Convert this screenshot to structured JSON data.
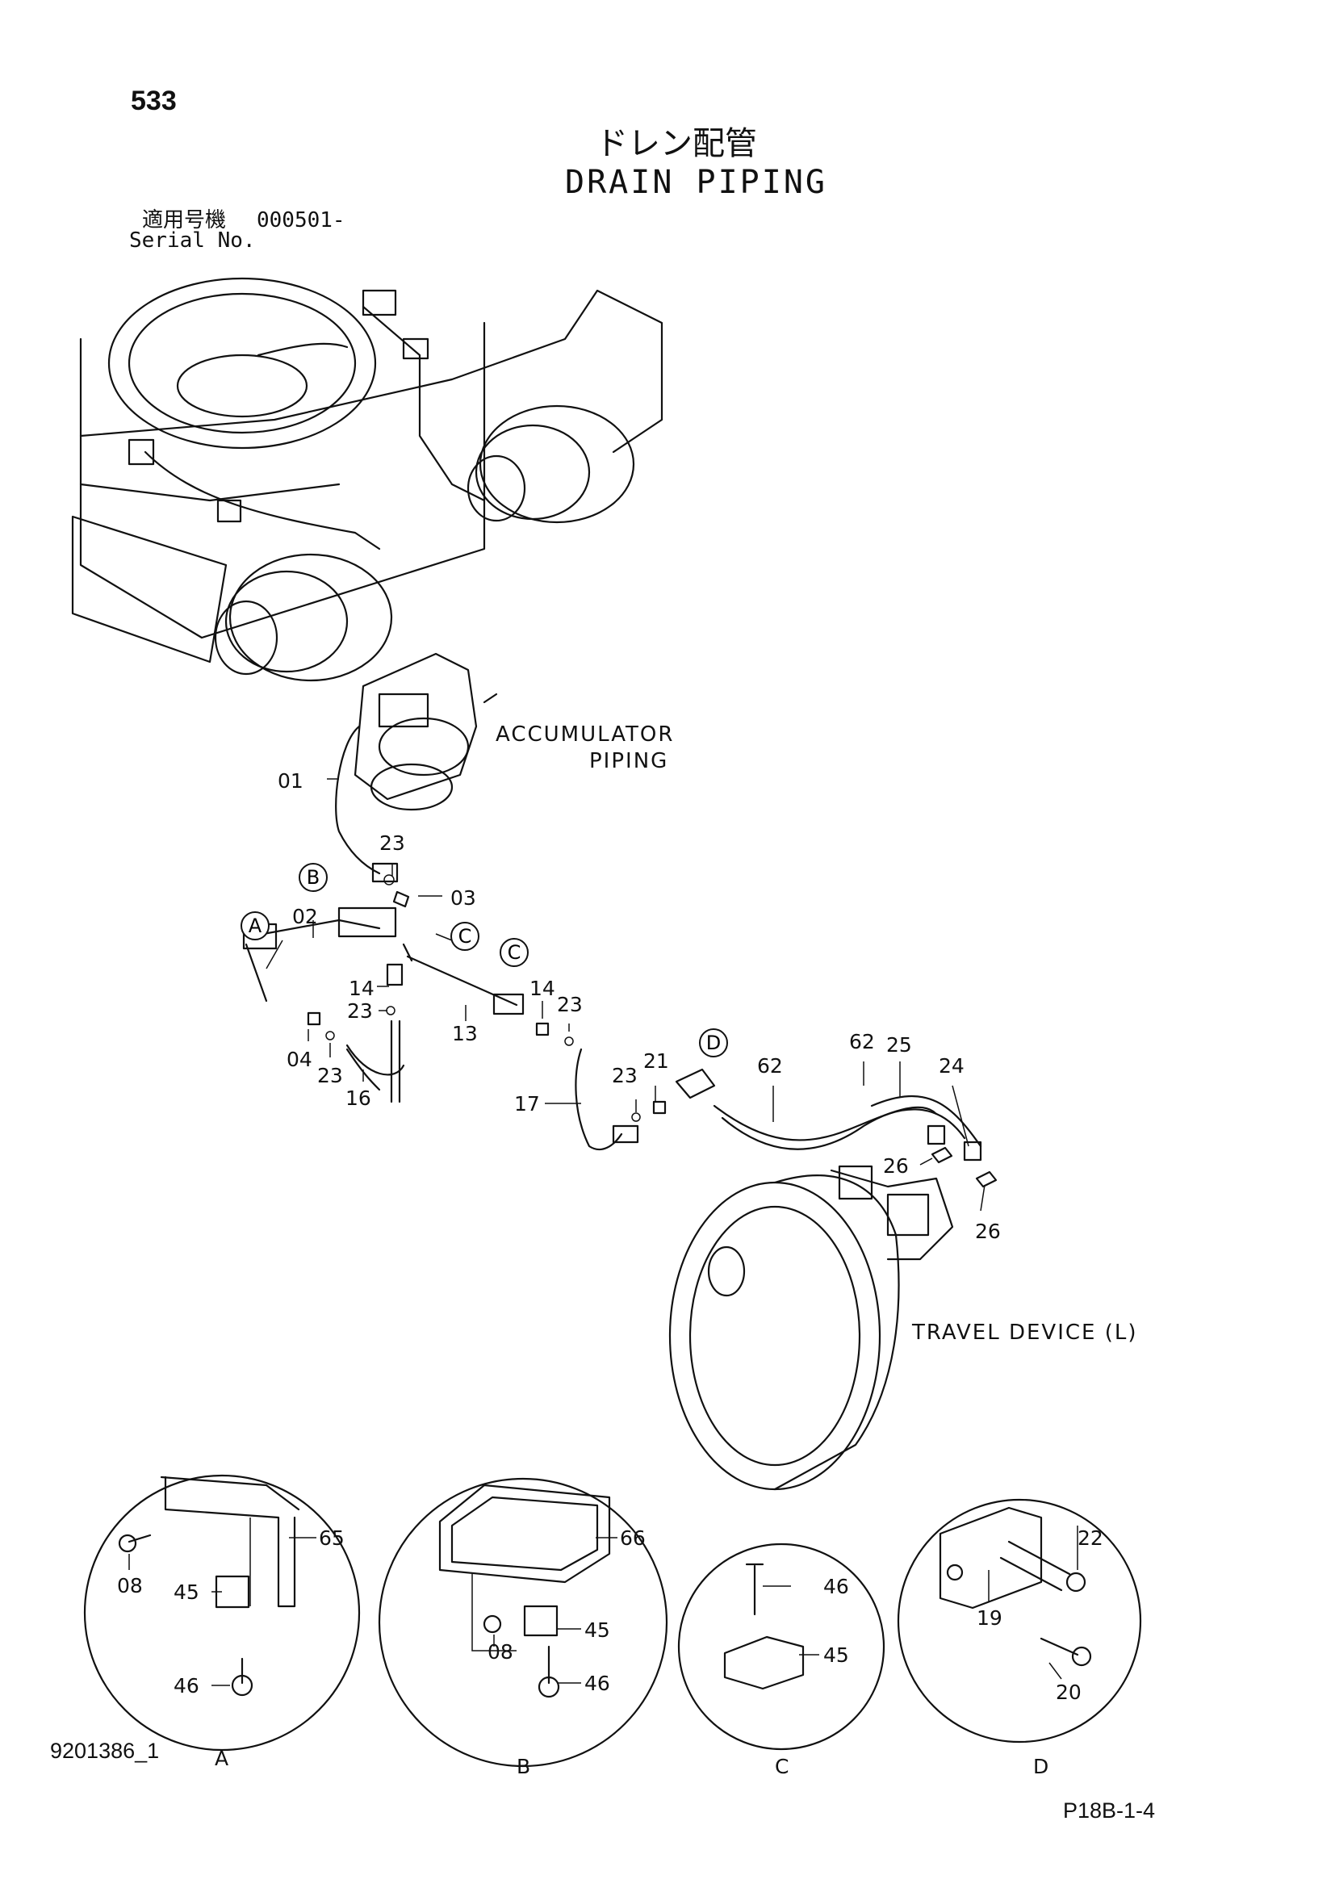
{
  "header": {
    "page_number": "533",
    "title_jp": "ドレン配管",
    "title_en": "DRAIN PIPING",
    "serial_label_jp": "適用号機",
    "serial_value": "000501-",
    "serial_label_en": "Serial No."
  },
  "annotations": {
    "accumulator_line1": "ACCUMULATOR",
    "accumulator_line2": "PIPING",
    "travel_device": "TRAVEL DEVICE (L)"
  },
  "callouts": [
    "A",
    "B",
    "C",
    "C",
    "D"
  ],
  "part_labels": [
    "01",
    "23",
    "03",
    "02",
    "14",
    "23",
    "13",
    "14",
    "23",
    "04",
    "23",
    "16",
    "17",
    "23",
    "21",
    "62",
    "62",
    "25",
    "24",
    "26",
    "26"
  ],
  "detail_views": [
    {
      "id": "A",
      "parts": [
        "65",
        "08",
        "45",
        "46"
      ]
    },
    {
      "id": "B",
      "parts": [
        "66",
        "08",
        "45",
        "46"
      ]
    },
    {
      "id": "C",
      "parts": [
        "46",
        "45"
      ]
    },
    {
      "id": "D",
      "parts": [
        "22",
        "19",
        "20"
      ]
    }
  ],
  "footer": {
    "drawing_number": "9201386_1",
    "page_code": "P18B-1-4"
  }
}
